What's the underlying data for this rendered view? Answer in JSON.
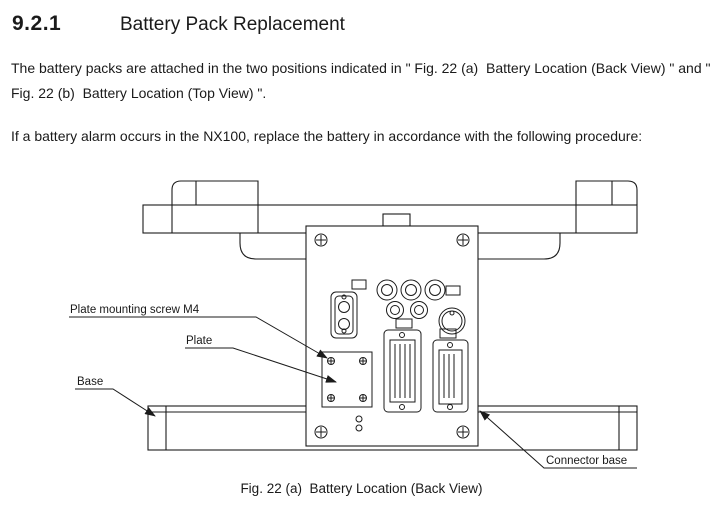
{
  "page": {
    "background": "#ffffff",
    "text_color": "#1a1a1a",
    "line_color": "#1b1b1b",
    "section_number": "9.2.1",
    "section_title": "Battery Pack Replacement",
    "paragraph1": "The battery packs are attached in the two positions indicated in \" Fig. 22 (a)  Battery Location (Back View) \" and \" Fig. 22 (b)  Battery Location (Top View) \".",
    "paragraph2": "If a battery alarm occurs in the NX100, replace the battery in accordance with the following procedure:",
    "figure": {
      "caption": "Fig. 22 (a)  Battery Location (Back View)",
      "labels": {
        "plate_mounting_screw": "Plate mounting screw M4",
        "plate": "Plate",
        "base": "Base",
        "connector_base": "Connector base"
      }
    }
  }
}
